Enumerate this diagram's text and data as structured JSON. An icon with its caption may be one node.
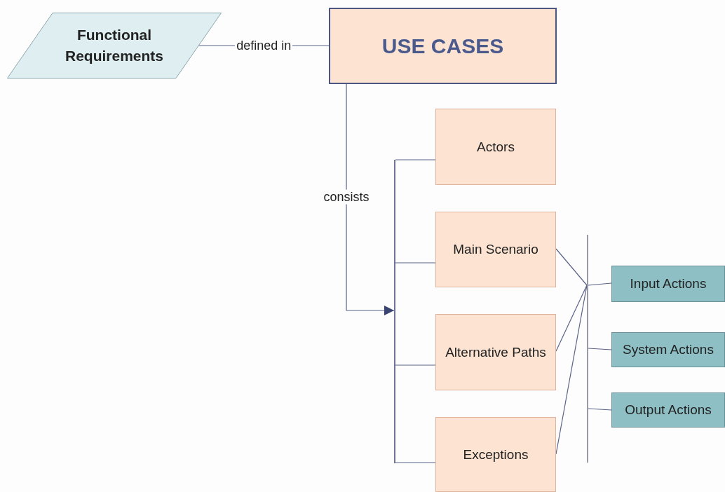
{
  "diagram": {
    "nodes": [
      {
        "text": [
          "Functional Requirements"
        ]
      },
      {
        "text": [
          "USE CASES"
        ]
      },
      {
        "text": [],
        "shape": "bar"
      },
      {
        "text": [
          "Actors"
        ]
      },
      {
        "text": [
          "Main Scenario"
        ]
      },
      {
        "text": [
          "Alternative Paths"
        ]
      },
      {
        "text": [
          "Exceptions"
        ]
      },
      {
        "text": [],
        "shape": "bar"
      },
      {
        "text": [
          "Input Actions"
        ]
      },
      {
        "text": [
          "System Actions"
        ]
      },
      {
        "text": [
          "Output Actions"
        ]
      }
    ],
    "edges": [
      {
        "from": 0,
        "to": 1,
        "arrow": "none",
        "label": "defined in"
      },
      {
        "from": 1,
        "to": 2,
        "arrow": "to",
        "label": "consists"
      },
      {
        "from": 2,
        "to": 3,
        "arrow": "none"
      },
      {
        "from": 2,
        "to": 4,
        "arrow": "none"
      },
      {
        "from": 2,
        "to": 5,
        "arrow": "none"
      },
      {
        "from": 2,
        "to": 6,
        "arrow": "none"
      },
      {
        "from": 4,
        "to": 7,
        "arrow": "none"
      },
      {
        "from": 5,
        "to": 7,
        "arrow": "none"
      },
      {
        "from": 6,
        "to": 7,
        "arrow": "none"
      },
      {
        "from": 7,
        "to": 8,
        "arrow": "none"
      },
      {
        "from": 7,
        "to": 9,
        "arrow": "none"
      },
      {
        "from": 7,
        "to": 10,
        "arrow": "none"
      }
    ]
  }
}
